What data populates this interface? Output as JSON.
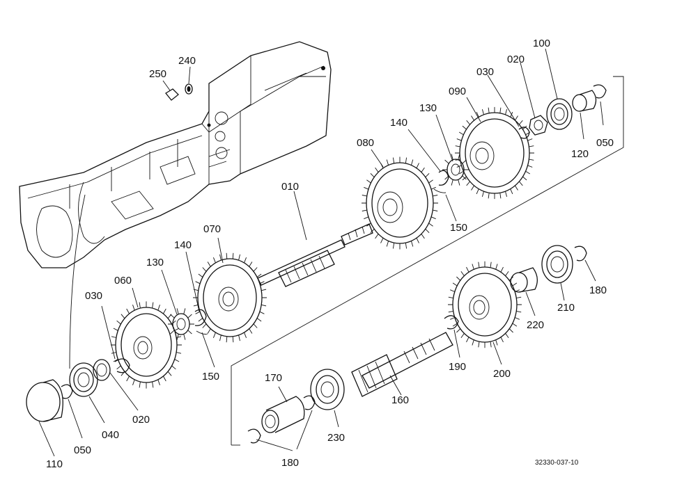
{
  "figure_ref": "32330-037-10",
  "parts": [
    {
      "id": "p010",
      "label": "010"
    },
    {
      "id": "p020a",
      "label": "020"
    },
    {
      "id": "p020b",
      "label": "020"
    },
    {
      "id": "p030a",
      "label": "030"
    },
    {
      "id": "p030b",
      "label": "030"
    },
    {
      "id": "p040",
      "label": "040"
    },
    {
      "id": "p050a",
      "label": "050"
    },
    {
      "id": "p050b",
      "label": "050"
    },
    {
      "id": "p060",
      "label": "060"
    },
    {
      "id": "p070",
      "label": "070"
    },
    {
      "id": "p080",
      "label": "080"
    },
    {
      "id": "p090",
      "label": "090"
    },
    {
      "id": "p100",
      "label": "100"
    },
    {
      "id": "p110",
      "label": "110"
    },
    {
      "id": "p120",
      "label": "120"
    },
    {
      "id": "p130a",
      "label": "130"
    },
    {
      "id": "p130b",
      "label": "130"
    },
    {
      "id": "p140a",
      "label": "140"
    },
    {
      "id": "p140b",
      "label": "140"
    },
    {
      "id": "p150a",
      "label": "150"
    },
    {
      "id": "p150b",
      "label": "150"
    },
    {
      "id": "p160",
      "label": "160"
    },
    {
      "id": "p170",
      "label": "170"
    },
    {
      "id": "p180a",
      "label": "180"
    },
    {
      "id": "p180b",
      "label": "180"
    },
    {
      "id": "p190",
      "label": "190"
    },
    {
      "id": "p200",
      "label": "200"
    },
    {
      "id": "p210",
      "label": "210"
    },
    {
      "id": "p220",
      "label": "220"
    },
    {
      "id": "p230",
      "label": "230"
    },
    {
      "id": "p240",
      "label": "240"
    },
    {
      "id": "p250",
      "label": "250"
    }
  ]
}
